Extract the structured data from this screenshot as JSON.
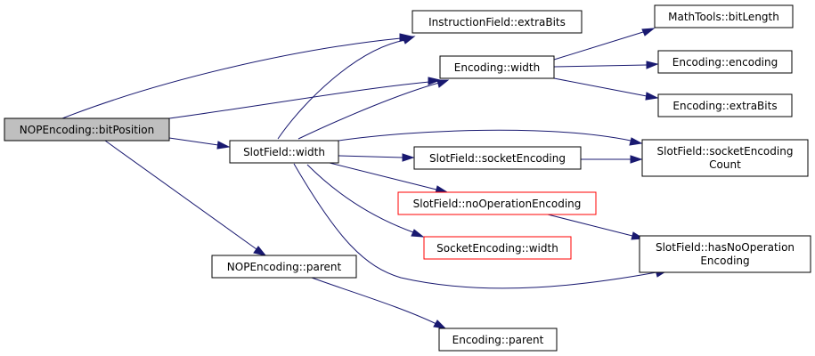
{
  "colors": {
    "edge": "#191970",
    "root_fill": "#bfbfbf",
    "highlight_border": "#ff0000"
  },
  "nodes": {
    "nop_bitposition": {
      "lines": [
        "NOPEncoding::bitPosition"
      ]
    },
    "instructionfield_extrabits": {
      "lines": [
        "InstructionField::extraBits"
      ]
    },
    "encoding_width": {
      "lines": [
        "Encoding::width"
      ]
    },
    "slotfield_width": {
      "lines": [
        "SlotField::width"
      ]
    },
    "nop_parent": {
      "lines": [
        "NOPEncoding::parent"
      ]
    },
    "mathtools_bitlength": {
      "lines": [
        "MathTools::bitLength"
      ]
    },
    "encoding_encoding": {
      "lines": [
        "Encoding::encoding"
      ]
    },
    "encoding_extrabits": {
      "lines": [
        "Encoding::extraBits"
      ]
    },
    "slotfield_socketencoding": {
      "lines": [
        "SlotField::socketEncoding"
      ]
    },
    "slotfield_nooperationencoding": {
      "lines": [
        "SlotField::noOperationEncoding"
      ]
    },
    "socketencoding_width": {
      "lines": [
        "SocketEncoding::width"
      ]
    },
    "slotfield_socketencodingcount": {
      "lines": [
        "SlotField::socketEncoding",
        "Count"
      ]
    },
    "slotfield_hasnooperationencoding": {
      "lines": [
        "SlotField::hasNoOperation",
        "Encoding"
      ]
    },
    "encoding_parent": {
      "lines": [
        "Encoding::parent"
      ]
    }
  }
}
